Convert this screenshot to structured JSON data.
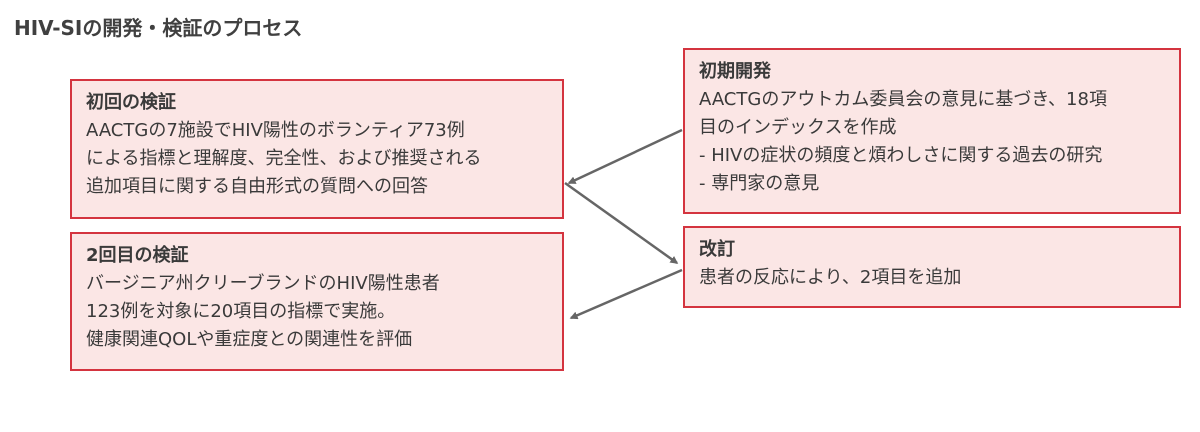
{
  "page": {
    "title": "HIV-SIの開発・検証のプロセス"
  },
  "boxes": {
    "initial_development": {
      "heading": "初期開発",
      "lines": [
        "AACTGのアウトカム委員会の意見に基づき、18項",
        "目のインデックスを作成",
        "- HIVの症状の頻度と煩わしさに関する過去の研究",
        "- 専門家の意見"
      ]
    },
    "first_validation": {
      "heading": "初回の検証",
      "lines": [
        "AACTGの7施設でHIV陽性のボランティア73例",
        "による指標と理解度、完全性、および推奨される",
        "追加項目に関する自由形式の質問への回答"
      ]
    },
    "revision": {
      "heading": "改訂",
      "lines": [
        "患者の反応により、2項目を追加"
      ]
    },
    "second_validation": {
      "heading": "2回目の検証",
      "lines": [
        "バージニア州クリーブランドのHIV陽性患者",
        "123例を対象に20項目の指標で実施。",
        "健康関連QOLや重症度との関連性を評価"
      ]
    }
  },
  "colors": {
    "box_fill": "#fbe6e5",
    "box_border": "#d4343f",
    "arrow": "#666666",
    "text": "#3a3a3a"
  }
}
